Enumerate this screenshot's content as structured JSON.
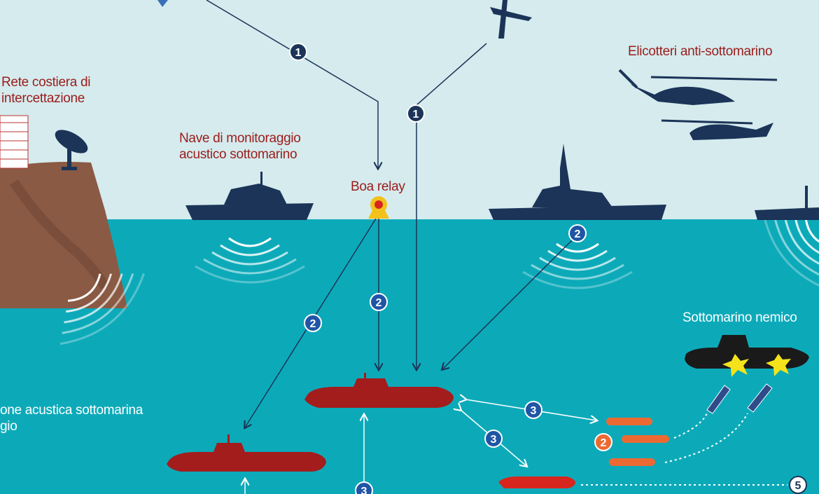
{
  "labels": {
    "coastal_network": [
      "Rete costiera di",
      "intercettazione"
    ],
    "monitoring_ship": [
      "Nave di monitoraggio",
      "acustico sottomarino"
    ],
    "relay_buoy": "Boa relay",
    "helicopters": "Elicotteri anti-sottomarino",
    "enemy_sub": "Sottomarino nemico",
    "acoustic_network": [
      "one acustica sottomarina",
      "gio"
    ]
  },
  "markers": {
    "one": "1",
    "two": "2",
    "three": "3",
    "five": "5"
  },
  "colors": {
    "sky": "#d5ebed",
    "sea": "#0caab9",
    "navy": "#1b3458",
    "label_red": "#9b1c1c",
    "friendly_sub": "#a31d1d",
    "torpedo": "#ec6a32",
    "buoy": "#f2c21b"
  }
}
